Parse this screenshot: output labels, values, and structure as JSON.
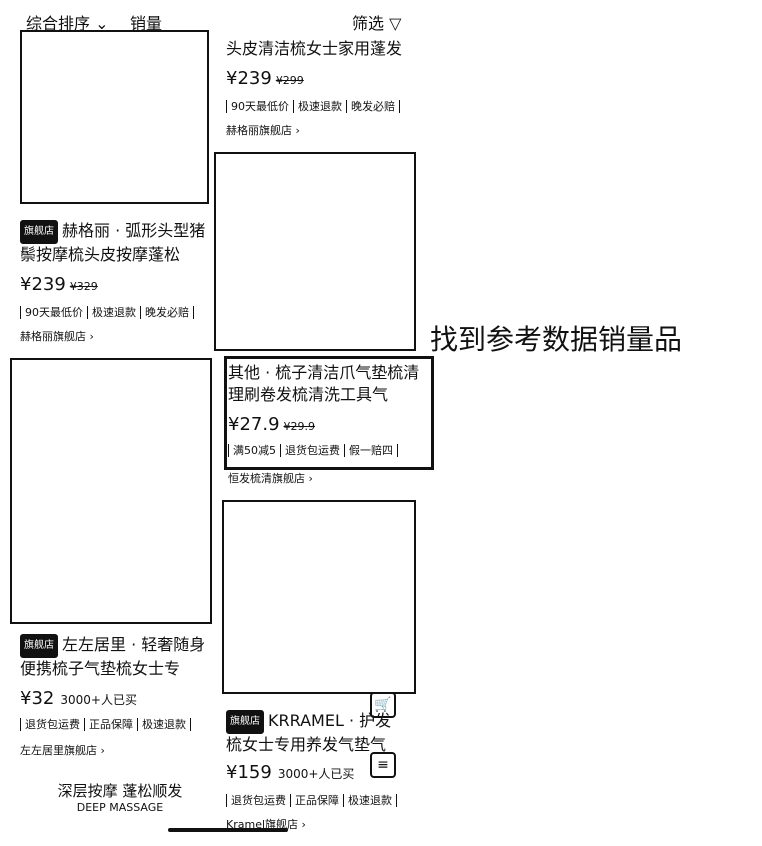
{
  "topbar": {
    "sort_label": "综合排序",
    "sales_label": "销量",
    "filter_label": "筛选"
  },
  "products": [
    {
      "title": "赫格丽 · 弧形头型猪鬃按摩梳头皮按摩蓬松",
      "badge": "旗舰店",
      "price": "¥239",
      "old_price": "¥329",
      "tags": [
        "90天最低价",
        "极速退款",
        "晚发必赔"
      ],
      "shop": "赫格丽旗舰店"
    },
    {
      "title": "其他 · 梳子清洁爪气垫梳清理刷卷发梳清洗工具气",
      "price": "¥27.9",
      "old_price": "¥29.9",
      "tags": [
        "满50减5",
        "退货包运费",
        "假一赔四"
      ],
      "shop": "恒发梳清旗舰店"
    },
    {
      "title": "左左居里 · 轻奢随身便携梳子气垫梳女士专",
      "badge": "旗舰店",
      "price": "¥32",
      "sold": "3000+人已买",
      "tags": [
        "退货包运费",
        "正品保障",
        "极速退款"
      ],
      "shop": "左左居里旗舰店"
    },
    {
      "title": "KRRAMEL · 护发梳女士专用养发气垫气",
      "badge": "旗舰店",
      "price": "¥159",
      "sold": "3000+人已买",
      "tags": [
        "退货包运费",
        "正品保障",
        "极速退款"
      ],
      "shop": "Kramel旗舰店"
    }
  ],
  "top_right_card": {
    "title_fragment": "头皮清洁梳女士家用蓬发",
    "price": "¥239",
    "old_price": "¥299",
    "tags": [
      "90天最低价",
      "极速退款",
      "晚发必赔"
    ],
    "shop": "赫格丽旗舰店"
  },
  "overlay": {
    "annotation": "找到参考数据销量品"
  },
  "bottom_card": {
    "line1": "深层按摩 蓬松顺发",
    "line2": "DEEP MASSAGE"
  }
}
